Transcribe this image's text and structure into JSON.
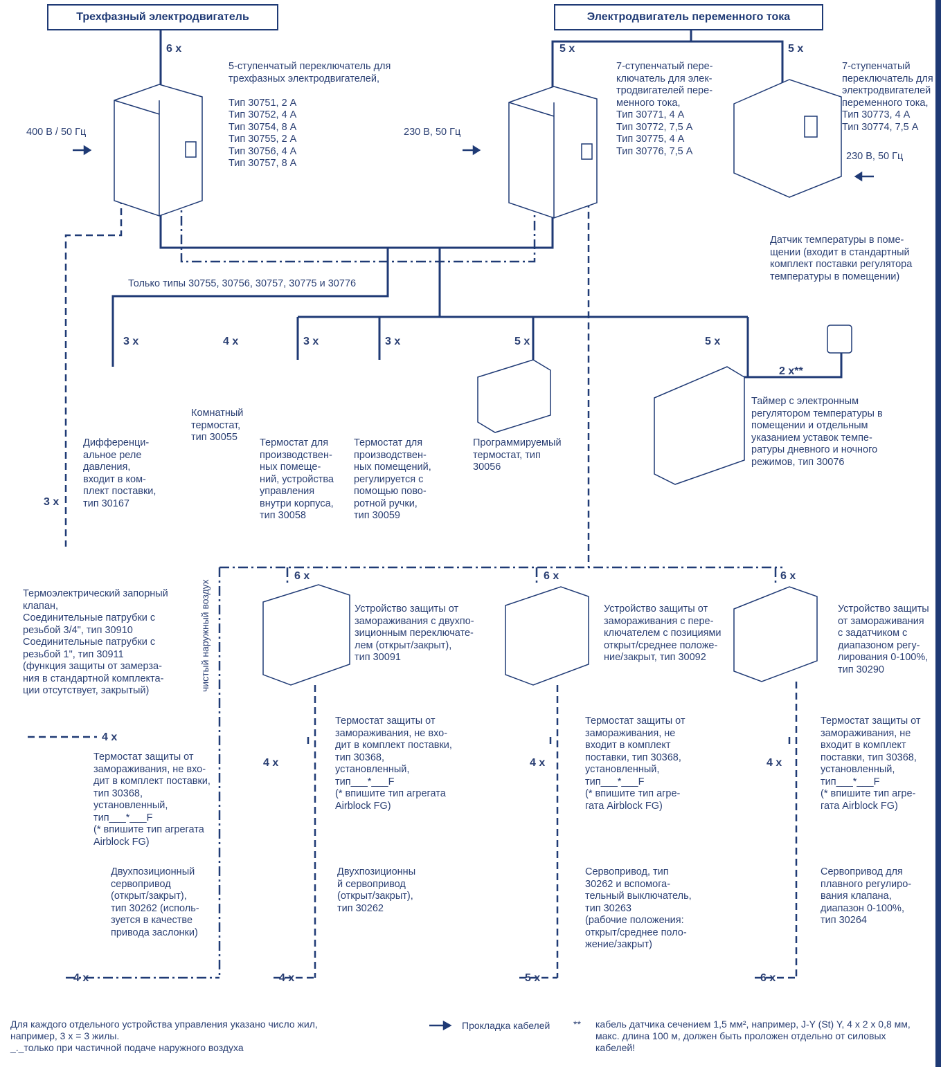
{
  "headers": {
    "three_phase": "Трехфазный электродвигатель",
    "ac_motor": "Электродвигатель переменного тока"
  },
  "power": {
    "v400": "400 В / 50 Гц",
    "v230a": "230 В, 50 Гц",
    "v230b": "230 В, 50 Гц"
  },
  "labels": {
    "switch5": "5-ступенчатый переключатель для\nтрехфазных электродвигателей,\n\nТип   30751,          2 А\nТип   30752,          4 А\nТип   30754,          8 А\nТип   30755,          2 А\nТип   30756,          4 А\nТип   30757,          8 А",
    "switch7a": "7-ступенчатый пере-\nключатель для элек-\nтродвигателей пере-\nменного тока,\nТип 30771, 4 А\nТип 30772, 7,5 А\nТип 30775, 4 А\nТип 30776, 7,5 А",
    "switch7b": "7-ступенчатый\nпереключатель для\nэлектродвигателей\nпеременного тока,\nТип 30773, 4 А\nТип 30774, 7,5 А",
    "only_types": "Только типы 30755, 30756, 30757, 30775 и 30776",
    "room_sensor": "Датчик температуры в поме-\nщении (входит в стандартный\nкомплект поставки регулятора\nтемпературы в помещении)",
    "diff_relay": "Дифференци-\nальное реле\nдавления,\nвходит в ком-\nплект поставки,\nтип 30167",
    "room_thermostat": "Комнатный\nтермостат,\nтип 30055",
    "ind_thermo1": "Термостат для\nпроизводствен-\nных помеще-\nний, устройства\nуправления\nвнутри корпуса,\nтип 30058",
    "ind_thermo2": "Термостат для\nпроизводствен-\nных помещений,\nрегулируется с\nпомощью пово-\nротной ручки,\nтип 30059",
    "prog_thermo": "Программируемый\nтермостат, тип\n30056",
    "timer": "Таймер с электронным\nрегулятором температуры в\nпомещении и отдельным\nуказанием уставок темпе-\nратуры дневного и ночного\nрежимов, тип 30076",
    "valve": "Термоэлектрический запорный\nклапан,\nСоединительные патрубки с\nрезьбой 3/4\", тип 30910\nСоединительные патрубки с\nрезьбой 1\", тип 30911\n(функция защиты от замерза-\nния в стандартной комплекта-\nции отсутствует, закрытый)",
    "fresh_air": "чистый наружный воздух",
    "frost1": "Устройство защиты от\nзамораживания с двухпо-\nзиционным переключате-\nлем (открыт/закрыт),\nтип 30091",
    "frost2": "Устройство защиты от\nзамораживания с пере-\nключателем с позициями\nоткрыт/среднее положе-\nние/закрыт, тип 30092",
    "frost3": "Устройство защиты\nот замораживания\nс задатчиком с\nдиапазоном регу-\nлирования 0-100%,\nтип 30290",
    "fts0": "Термостат защиты от\nзамораживания, не вхо-\nдит в комплект поставки,\nтип 30368,\nустановленный,\nтип___*___F\n(* впишите тип агрегата\nAirblock FG)",
    "fts1": "Термостат защиты от\nзамораживания, не вхо-\nдит в комплект поставки,\nтип 30368,\nустановленный,\nтип___*___F\n(* впишите тип агрегата\nAirblock FG)",
    "fts2": "Термостат защиты от\nзамораживания, не\nвходит в комплект\nпоставки, тип 30368,\nустановленный,\nтип___*___F\n(* впишите тип агре-\nгата Airblock FG)",
    "fts3": "Термостат защиты от\nзамораживания, не\nвходит в комплект\nпоставки, тип 30368,\nустановленный,\nтип___*___F\n(* впишите тип агре-\nгата Airblock FG)",
    "act0": "Двухпозиционный\nсервопривод\n(открыт/закрыт),\nтип 30262 (исполь-\nзуется в качестве\nпривода заслонки)",
    "act1": "Двухпозиционны\nй сервопривод\n(открыт/закрыт),\nтип 30262",
    "act2": "Сервопривод, тип\n30262 и вспомога-\nтельный выключатель,\nтип 30263\n(рабочие положения:\nоткрыт/среднее поло-\nжение/закрыт)",
    "act3": "Сервопривод для\nплавного регулиро-\nвания клапана,\nдиапазон 0-100%,\nтип 30264"
  },
  "counts": {
    "c_6x_top": "6 x",
    "c_5x_a": "5 x",
    "c_5x_b": "5 x",
    "c_3x_relay": "3 x",
    "c_4x_room": "4 x",
    "c_3x_ind1": "3 x",
    "c_3x_ind2": "3 x",
    "c_5x_prog": "5 x",
    "c_5x_timer": "5 x",
    "c_2x_sensor": "2 x**",
    "c_3x_valve": "3 x",
    "c_6x_f1": "6 x",
    "c_6x_f2": "6 x",
    "c_6x_f3": "6 x",
    "c_4x_t0": "4 x",
    "c_4x_t1": "4 x",
    "c_4x_t2": "4 x",
    "c_4x_t3": "4 x",
    "c_4x_a0": "4 x",
    "c_4x_a1": "4 x",
    "c_5x_a2": "5 x",
    "c_6x_a3": "6 x"
  },
  "legend": {
    "wires_note": "Для каждого отдельного устройства управления указано число жил,\nнапример, 3 x = 3 жилы.\n_._только при частичной подаче наружного воздуха",
    "cable_route": "Прокладка кабелей",
    "stars": "**",
    "sensor_cable": "кабель датчика сечением 1,5 мм², например, J-Y (St) Y, 4 x 2 x 0,8 мм,\nмакс. длина 100 м, должен быть проложен отдельно от силовых\nкабелей!"
  },
  "colors": {
    "navy": "#1f3a75",
    "text": "#2a3f73"
  }
}
